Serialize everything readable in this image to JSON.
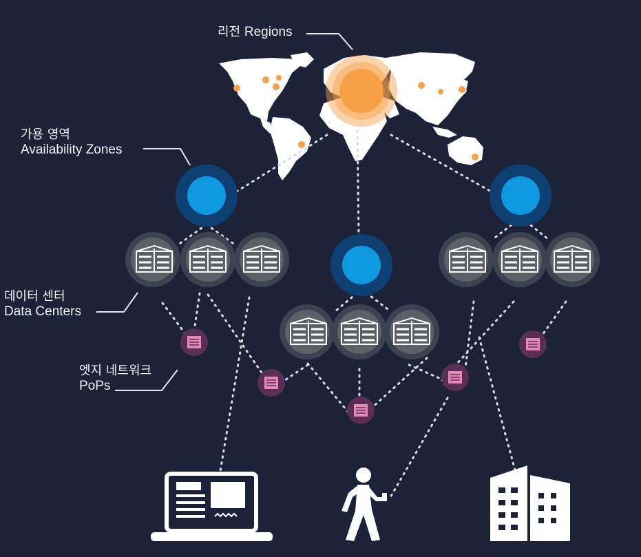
{
  "labels": {
    "regions": {
      "ko": "리전",
      "en": "Regions"
    },
    "availability_zones": {
      "ko": "가용 영역",
      "en": "Availability Zones"
    },
    "data_centers": {
      "ko": "데이터 센터",
      "en": "Data Centers"
    },
    "pops": {
      "ko": "엣지 네트워크",
      "en": "PoPs"
    }
  },
  "colors": {
    "background": "#1c2338",
    "region_orange": "#f7a046",
    "az_blue": "#0e99e0",
    "az_ring": "#0e3f73",
    "datacenter_circle": "#5d6067",
    "datacenter_ring": "#3d4250",
    "pop_pink": "#e389b4",
    "pop_ring": "#5a2f57",
    "map_land": "#ffffff",
    "dots": "#d9dbe0"
  },
  "icons": {
    "datacenter": "datacenter-building-icon",
    "pop": "edge-pop-icon",
    "laptop": "laptop-icon",
    "walker": "walking-person-icon",
    "building": "office-building-icon"
  }
}
